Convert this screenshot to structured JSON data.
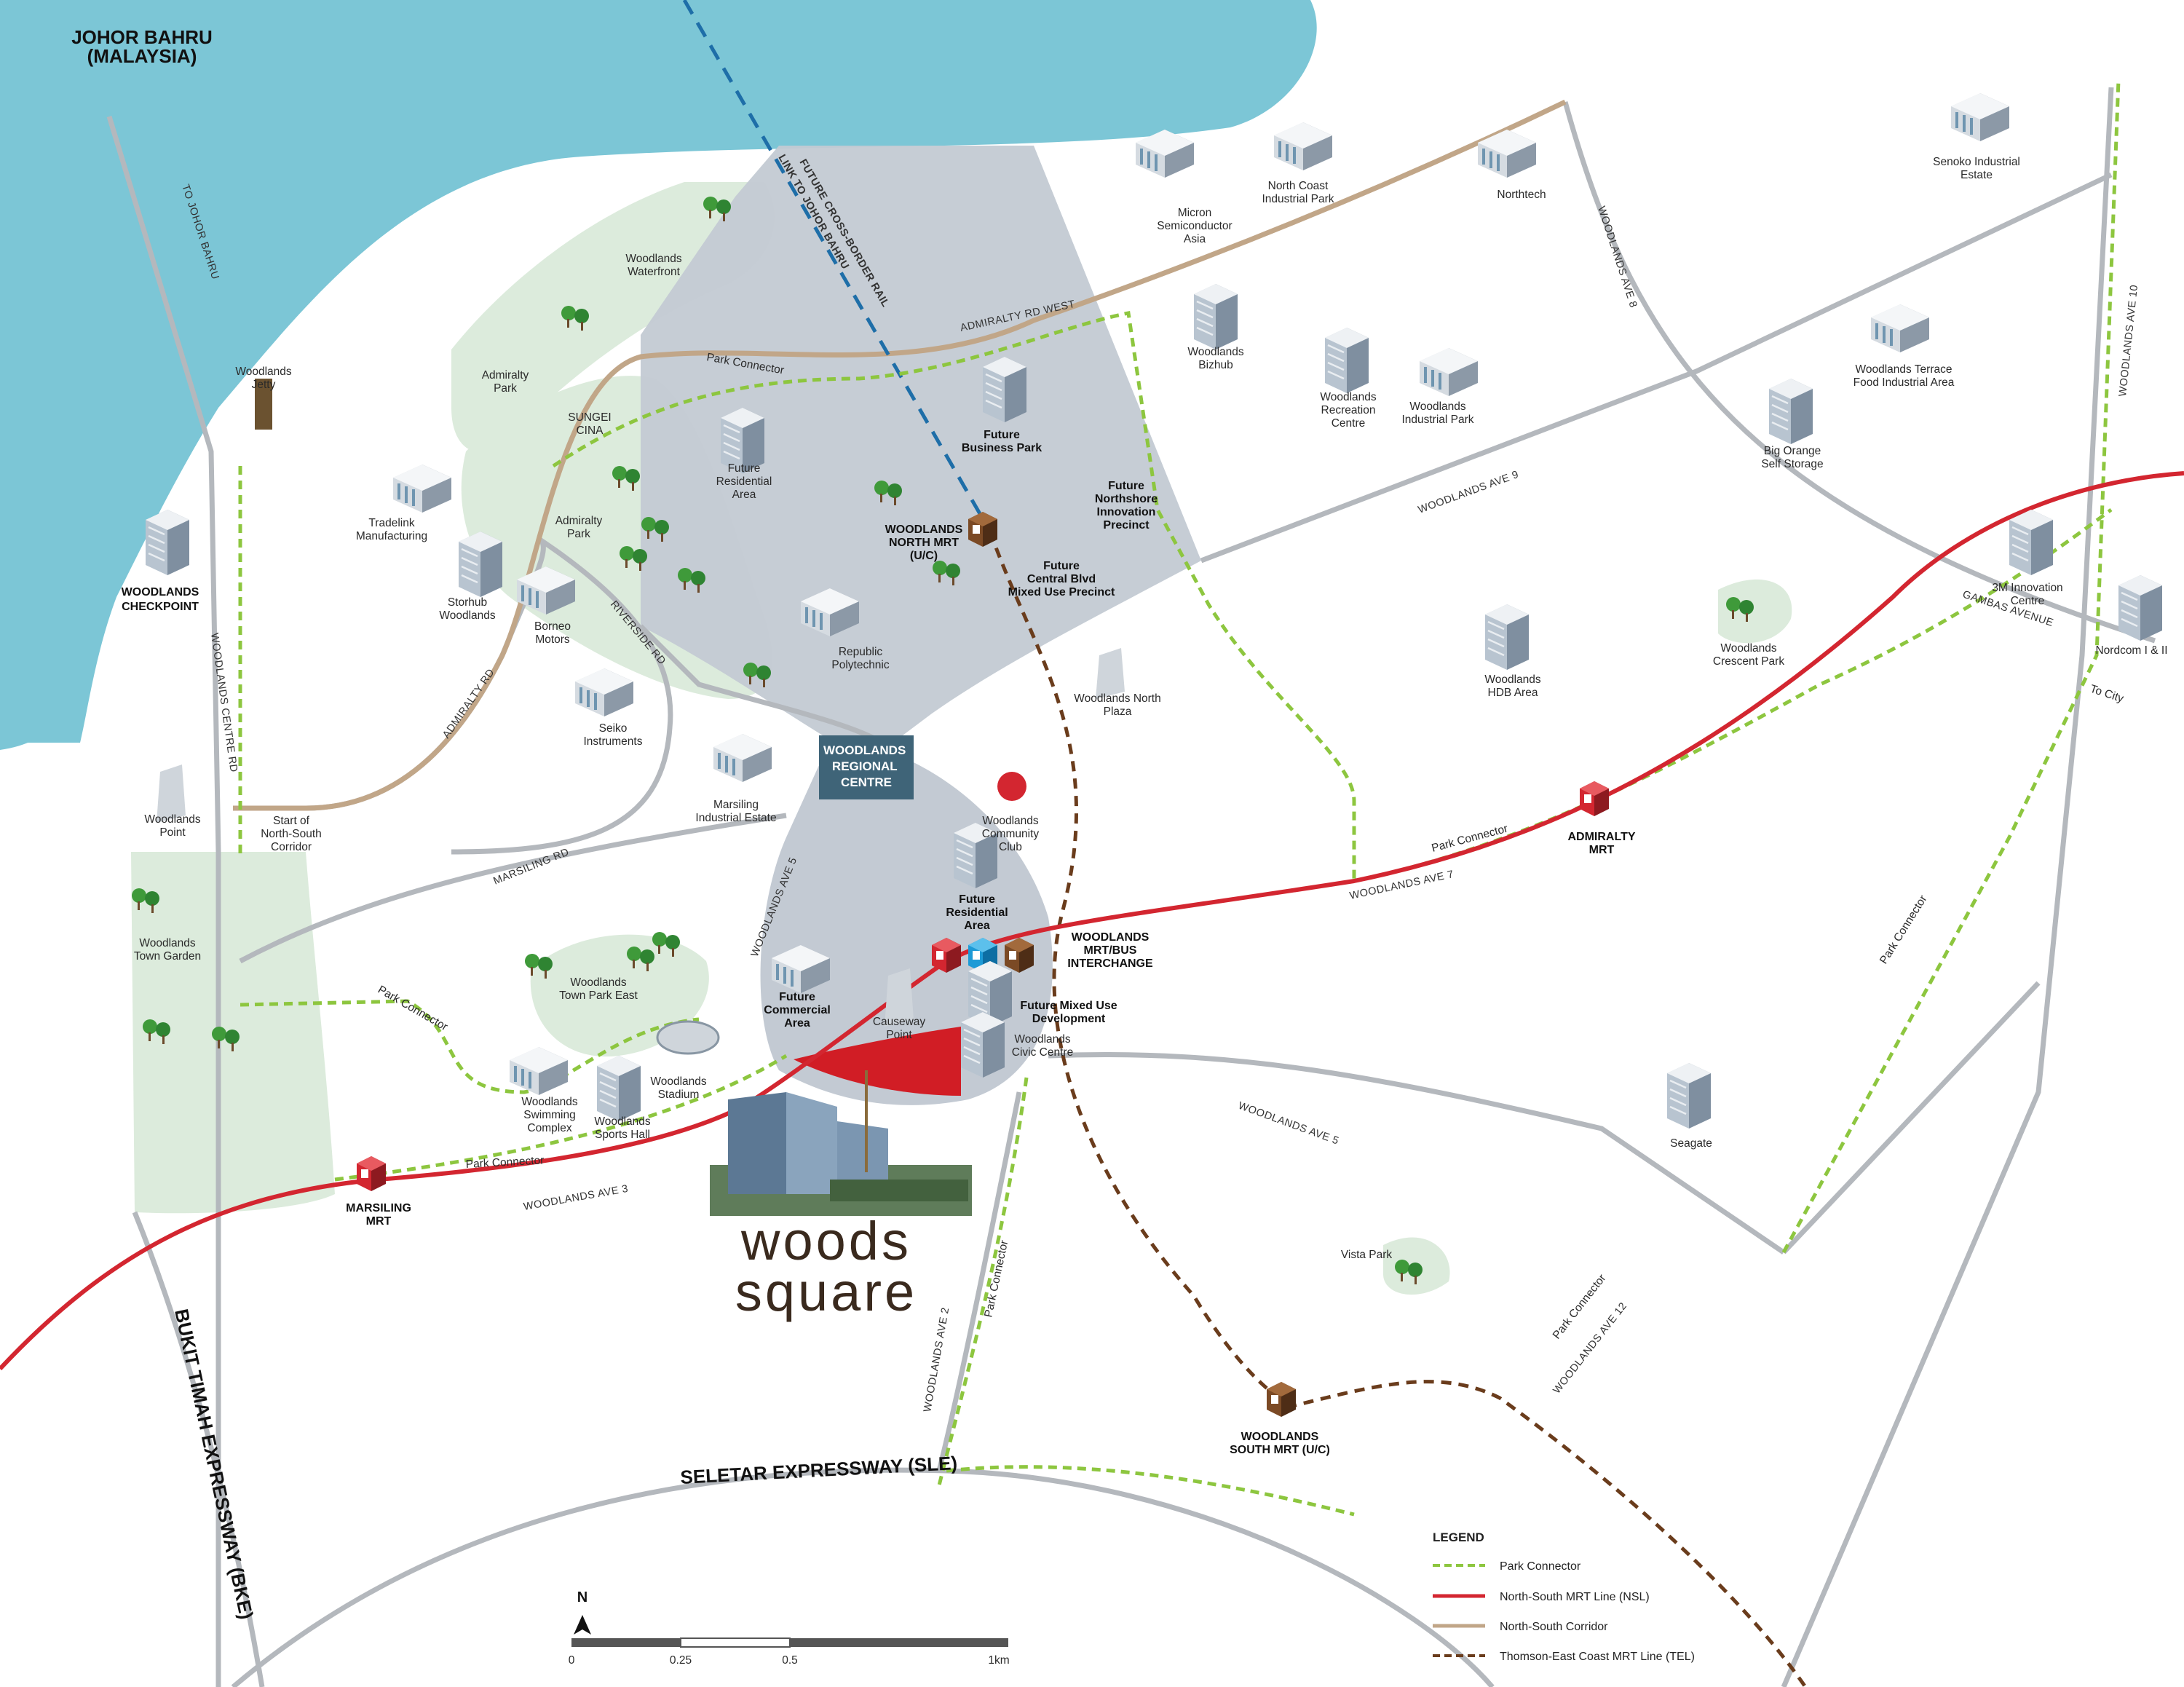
{
  "title_regional_centre": [
    "WOODLANDS",
    "REGIONAL",
    "CENTRE"
  ],
  "colors": {
    "sea": "#7cc6d6",
    "park": "#dcebdc",
    "zone": "#c3cad3",
    "road": "#b4b8bd",
    "nsl": "#d32630",
    "corridor": "#c1a688",
    "tel": "#6a3c1c",
    "connector": "#8dc63f",
    "xborder": "#1e6ea8",
    "site": "#d11d25"
  },
  "places": {
    "johor": [
      "JOHOR BAHRU",
      "(MALAYSIA)"
    ],
    "to_johor": "TO JOHOR BAHRU",
    "checkpoint": [
      "WOODLANDS",
      "CHECKPOINT"
    ],
    "jetty": [
      "Woodlands",
      "Jetty"
    ],
    "waterfront": [
      "Woodlands",
      "Waterfront"
    ],
    "admiralty_park_1": [
      "Admiralty",
      "Park"
    ],
    "admiralty_park_2": [
      "Admiralty",
      "Park"
    ],
    "sungei": [
      "SUNGEI",
      "CINA"
    ],
    "tradelink": [
      "Tradelink",
      "Manufacturing"
    ],
    "storhub": [
      "Storhub",
      "Woodlands"
    ],
    "borneo": [
      "Borneo",
      "Motors"
    ],
    "seiko": [
      "Seiko",
      "Instruments"
    ],
    "woodlands_point": [
      "Woodlands",
      "Point"
    ],
    "start_nsc": [
      "Start of",
      "North-South",
      "Corridor"
    ],
    "town_garden": [
      "Woodlands",
      "Town Garden"
    ],
    "future_res_1": [
      "Future",
      "Residential",
      "Area"
    ],
    "republic": [
      "Republic",
      "Polytechnic"
    ],
    "marsiling_ind": [
      "Marsiling",
      "Industrial Estate"
    ],
    "wn_mrt": [
      "WOODLANDS",
      "NORTH MRT",
      "(U/C)"
    ],
    "future_bp": [
      "Future",
      "Business Park"
    ],
    "northshore": [
      "Future",
      "Northshore",
      "Innovation",
      "Precinct"
    ],
    "central_blvd": [
      "Future",
      "Central Blvd",
      "Mixed Use Precinct"
    ],
    "wn_plaza": [
      "Woodlands North",
      "Plaza"
    ],
    "cc": [
      "Woodlands",
      "Community",
      "Club"
    ],
    "future_res_2": [
      "Future",
      "Residential",
      "Area"
    ],
    "mrt_bus": [
      "WOODLANDS",
      "MRT/BUS",
      "INTERCHANGE"
    ],
    "future_comm": [
      "Future",
      "Commercial",
      "Area"
    ],
    "causeway": [
      "Causeway",
      "Point"
    ],
    "future_mixed": [
      "Future Mixed Use",
      "Development"
    ],
    "civic": [
      "Woodlands",
      "Civic Centre"
    ],
    "tp_east": [
      "Woodlands",
      "Town Park East"
    ],
    "swim": [
      "Woodlands",
      "Swimming",
      "Complex"
    ],
    "sports_hall": [
      "Woodlands",
      "Sports Hall"
    ],
    "stadium": [
      "Woodlands",
      "Stadium"
    ],
    "marsiling_mrt": [
      "MARSILING",
      "MRT"
    ],
    "micron": [
      "Micron",
      "Semiconductor",
      "Asia"
    ],
    "ncip": [
      "North Coast",
      "Industrial Park"
    ],
    "northtech": "Northtech",
    "senoko": [
      "Senoko Industrial",
      "Estate"
    ],
    "bizhub": [
      "Woodlands",
      "Bizhub"
    ],
    "rec": [
      "Woodlands",
      "Recreation",
      "Centre"
    ],
    "wip": [
      "Woodlands",
      "Industrial Park"
    ],
    "terrace": [
      "Woodlands Terrace",
      "Food Industrial Area"
    ],
    "big_orange": [
      "Big Orange",
      "Self Storage"
    ],
    "3m": [
      "3M Innovation",
      "Centre"
    ],
    "nordcom": "Nordcom I & II",
    "crescent": [
      "Woodlands",
      "Crescent Park"
    ],
    "hdb": [
      "Woodlands",
      "HDB Area"
    ],
    "admiralty_mrt": [
      "ADMIRALTY",
      "MRT"
    ],
    "seagate": "Seagate",
    "vista": "Vista Park",
    "ws_mrt": [
      "WOODLANDS",
      "SOUTH MRT (U/C)"
    ],
    "to_city": "To City"
  },
  "roads": {
    "xborder": [
      "FUTURE CROSS-BORDER RAIL",
      "LINK TO JOHOR BAHRU"
    ],
    "admiralty_rd_west": "ADMIRALTY RD WEST",
    "park_conn_top": "Park Connector",
    "ave8": "WOODLANDS AVE 8",
    "ave10": "WOODLANDS AVE 10",
    "ave9": "WOODLANDS AVE 9",
    "gambas": "GAMBAS AVENUE",
    "riverside": "RIVERSIDE RD",
    "admiralty_rd": "ADMIRALTY RD",
    "wcr": "WOODLANDS CENTRE RD",
    "marsiling_rd": "MARSILING RD",
    "ave5_a": "WOODLANDS AVE 5",
    "ave7": "WOODLANDS AVE 7",
    "park_conn_ave7": "Park Connector",
    "park_conn_w": "Park Connector",
    "park_conn_s": "Park Connector",
    "ave3": "WOODLANDS AVE 3",
    "ave5_b": "WOODLANDS AVE 5",
    "park_conn_e": "Park Connector",
    "ave2": "WOODLANDS AVE 2",
    "park_conn_v": "Park Connector",
    "park_conn_se": "Park Connector",
    "ave12": "WOODLANDS AVE 12",
    "sle": "SELETAR EXPRESSWAY (SLE)",
    "bke": "BUKIT TIMAH EXPRESSWAY (BKE)"
  },
  "brand": [
    "woods",
    "square"
  ],
  "legend": {
    "title": "LEGEND",
    "items": [
      "Park Connector",
      "North-South MRT Line (NSL)",
      "North-South Corridor",
      "Thomson-East Coast MRT Line (TEL)"
    ]
  },
  "scale": {
    "north": "N",
    "ticks": [
      "0",
      "0.25",
      "0.5",
      "1km"
    ]
  }
}
